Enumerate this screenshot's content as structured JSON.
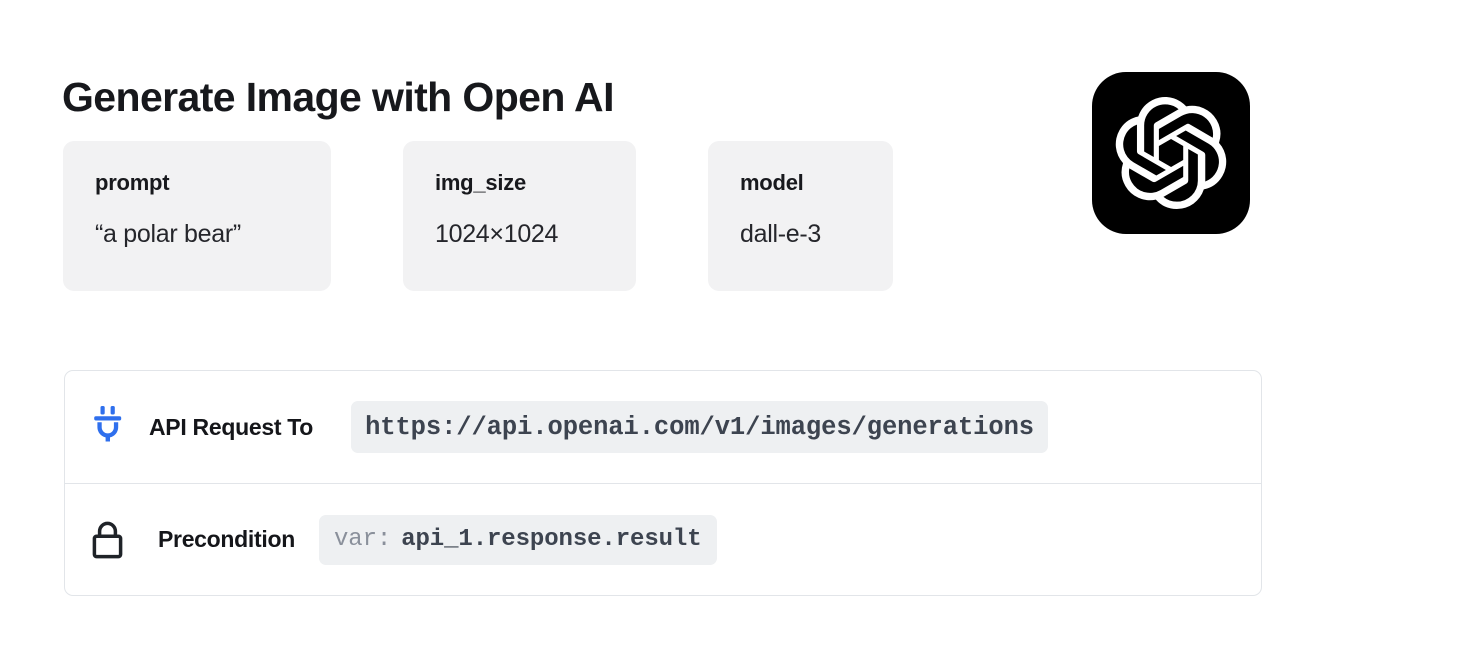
{
  "page": {
    "title": "Generate Image with Open AI"
  },
  "brand": {
    "logo_icon": "openai-logo-icon",
    "logo_tile_color": "#000000",
    "logo_mark_color": "#ffffff"
  },
  "params": {
    "cards": [
      {
        "key": "prompt",
        "value": "“a polar bear”"
      },
      {
        "key": "img_size",
        "value": "1024×1024"
      },
      {
        "key": "model",
        "value": "dall-e-3"
      }
    ]
  },
  "details": {
    "rows": [
      {
        "icon": "plug-icon",
        "icon_color": "#2f6fed",
        "label": "API Request To",
        "value": "https://api.openai.com/v1/images/generations"
      },
      {
        "icon": "lock-icon",
        "icon_color": "#1f2328",
        "label": "Precondition",
        "value_prefix": "var:",
        "value": "api_1.response.result"
      }
    ]
  },
  "colors": {
    "card_background": "#f2f2f3",
    "chip_background": "#eef0f2",
    "border": "#e2e5e9",
    "text_primary": "#17181c",
    "code_text": "#3d4450",
    "muted_text": "#8a909b",
    "accent_blue": "#2f6fed"
  }
}
